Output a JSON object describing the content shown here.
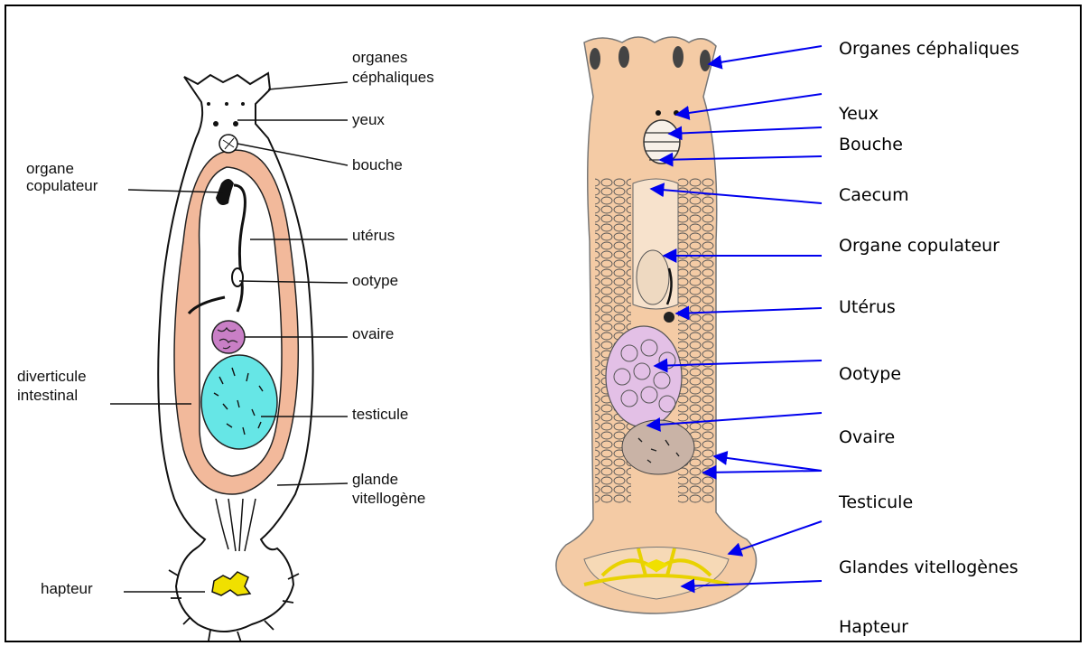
{
  "left_diagram": {
    "labels": {
      "organes_cephaliques_1": "organes",
      "organes_cephaliques_2": "céphaliques",
      "yeux": "yeux",
      "bouche": "bouche",
      "organe_copulateur_1": "organe",
      "organe_copulateur_2": "copulateur",
      "uterus": "utérus",
      "ootype": "ootype",
      "ovaire": "ovaire",
      "diverticule_1": "diverticule",
      "diverticule_2": "intestinal",
      "testicule": "testicule",
      "glande_1": "glande",
      "glande_2": "vitellogène",
      "hapteur": "hapteur"
    }
  },
  "right_diagram": {
    "arrow_color": "#0000ee",
    "labels": [
      "Organes céphaliques",
      "Yeux",
      "Bouche",
      "Caecum",
      "Organe copulateur",
      "Utérus",
      "Ootype",
      "Ovaire",
      "Testicule",
      "Glandes vitellogènes",
      "Hapteur"
    ]
  },
  "colors": {
    "intestine": "#f2b99b",
    "testicle": "#66e6e6",
    "ovary": "#c97fc6",
    "body_tan": "#f4cba5",
    "hapteur_yellow": "#f0e000"
  }
}
